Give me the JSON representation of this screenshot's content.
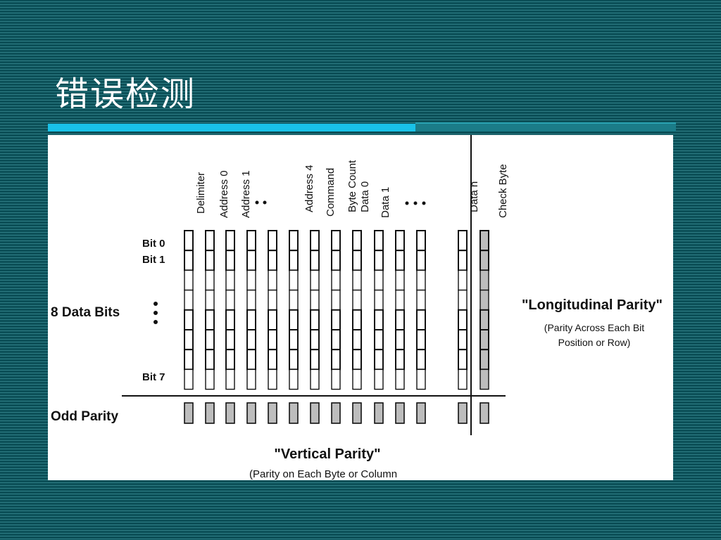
{
  "slide": {
    "title": "错误检测"
  },
  "diagram": {
    "columns": [
      "Delimiter",
      "Address 0",
      "Address 1",
      "",
      "",
      "Address 4",
      "Command",
      "Byte Count",
      "Data 0",
      "Data 1",
      "",
      "",
      "Data n",
      "Check Byte"
    ],
    "ellipsis": "•••",
    "row_labels": {
      "bit0": "Bit 0",
      "bit1": "Bit 1",
      "bit7": "Bit 7",
      "data_bits": "8 Data Bits",
      "odd_parity": "Odd Parity"
    },
    "longitudinal": {
      "title": "\"Longitudinal Parity\"",
      "line1": "(Parity Across Each Bit",
      "line2": "Position or Row)"
    },
    "vertical": {
      "title": "\"Vertical Parity\"",
      "note": "(Parity on Each Byte or Column"
    }
  }
}
